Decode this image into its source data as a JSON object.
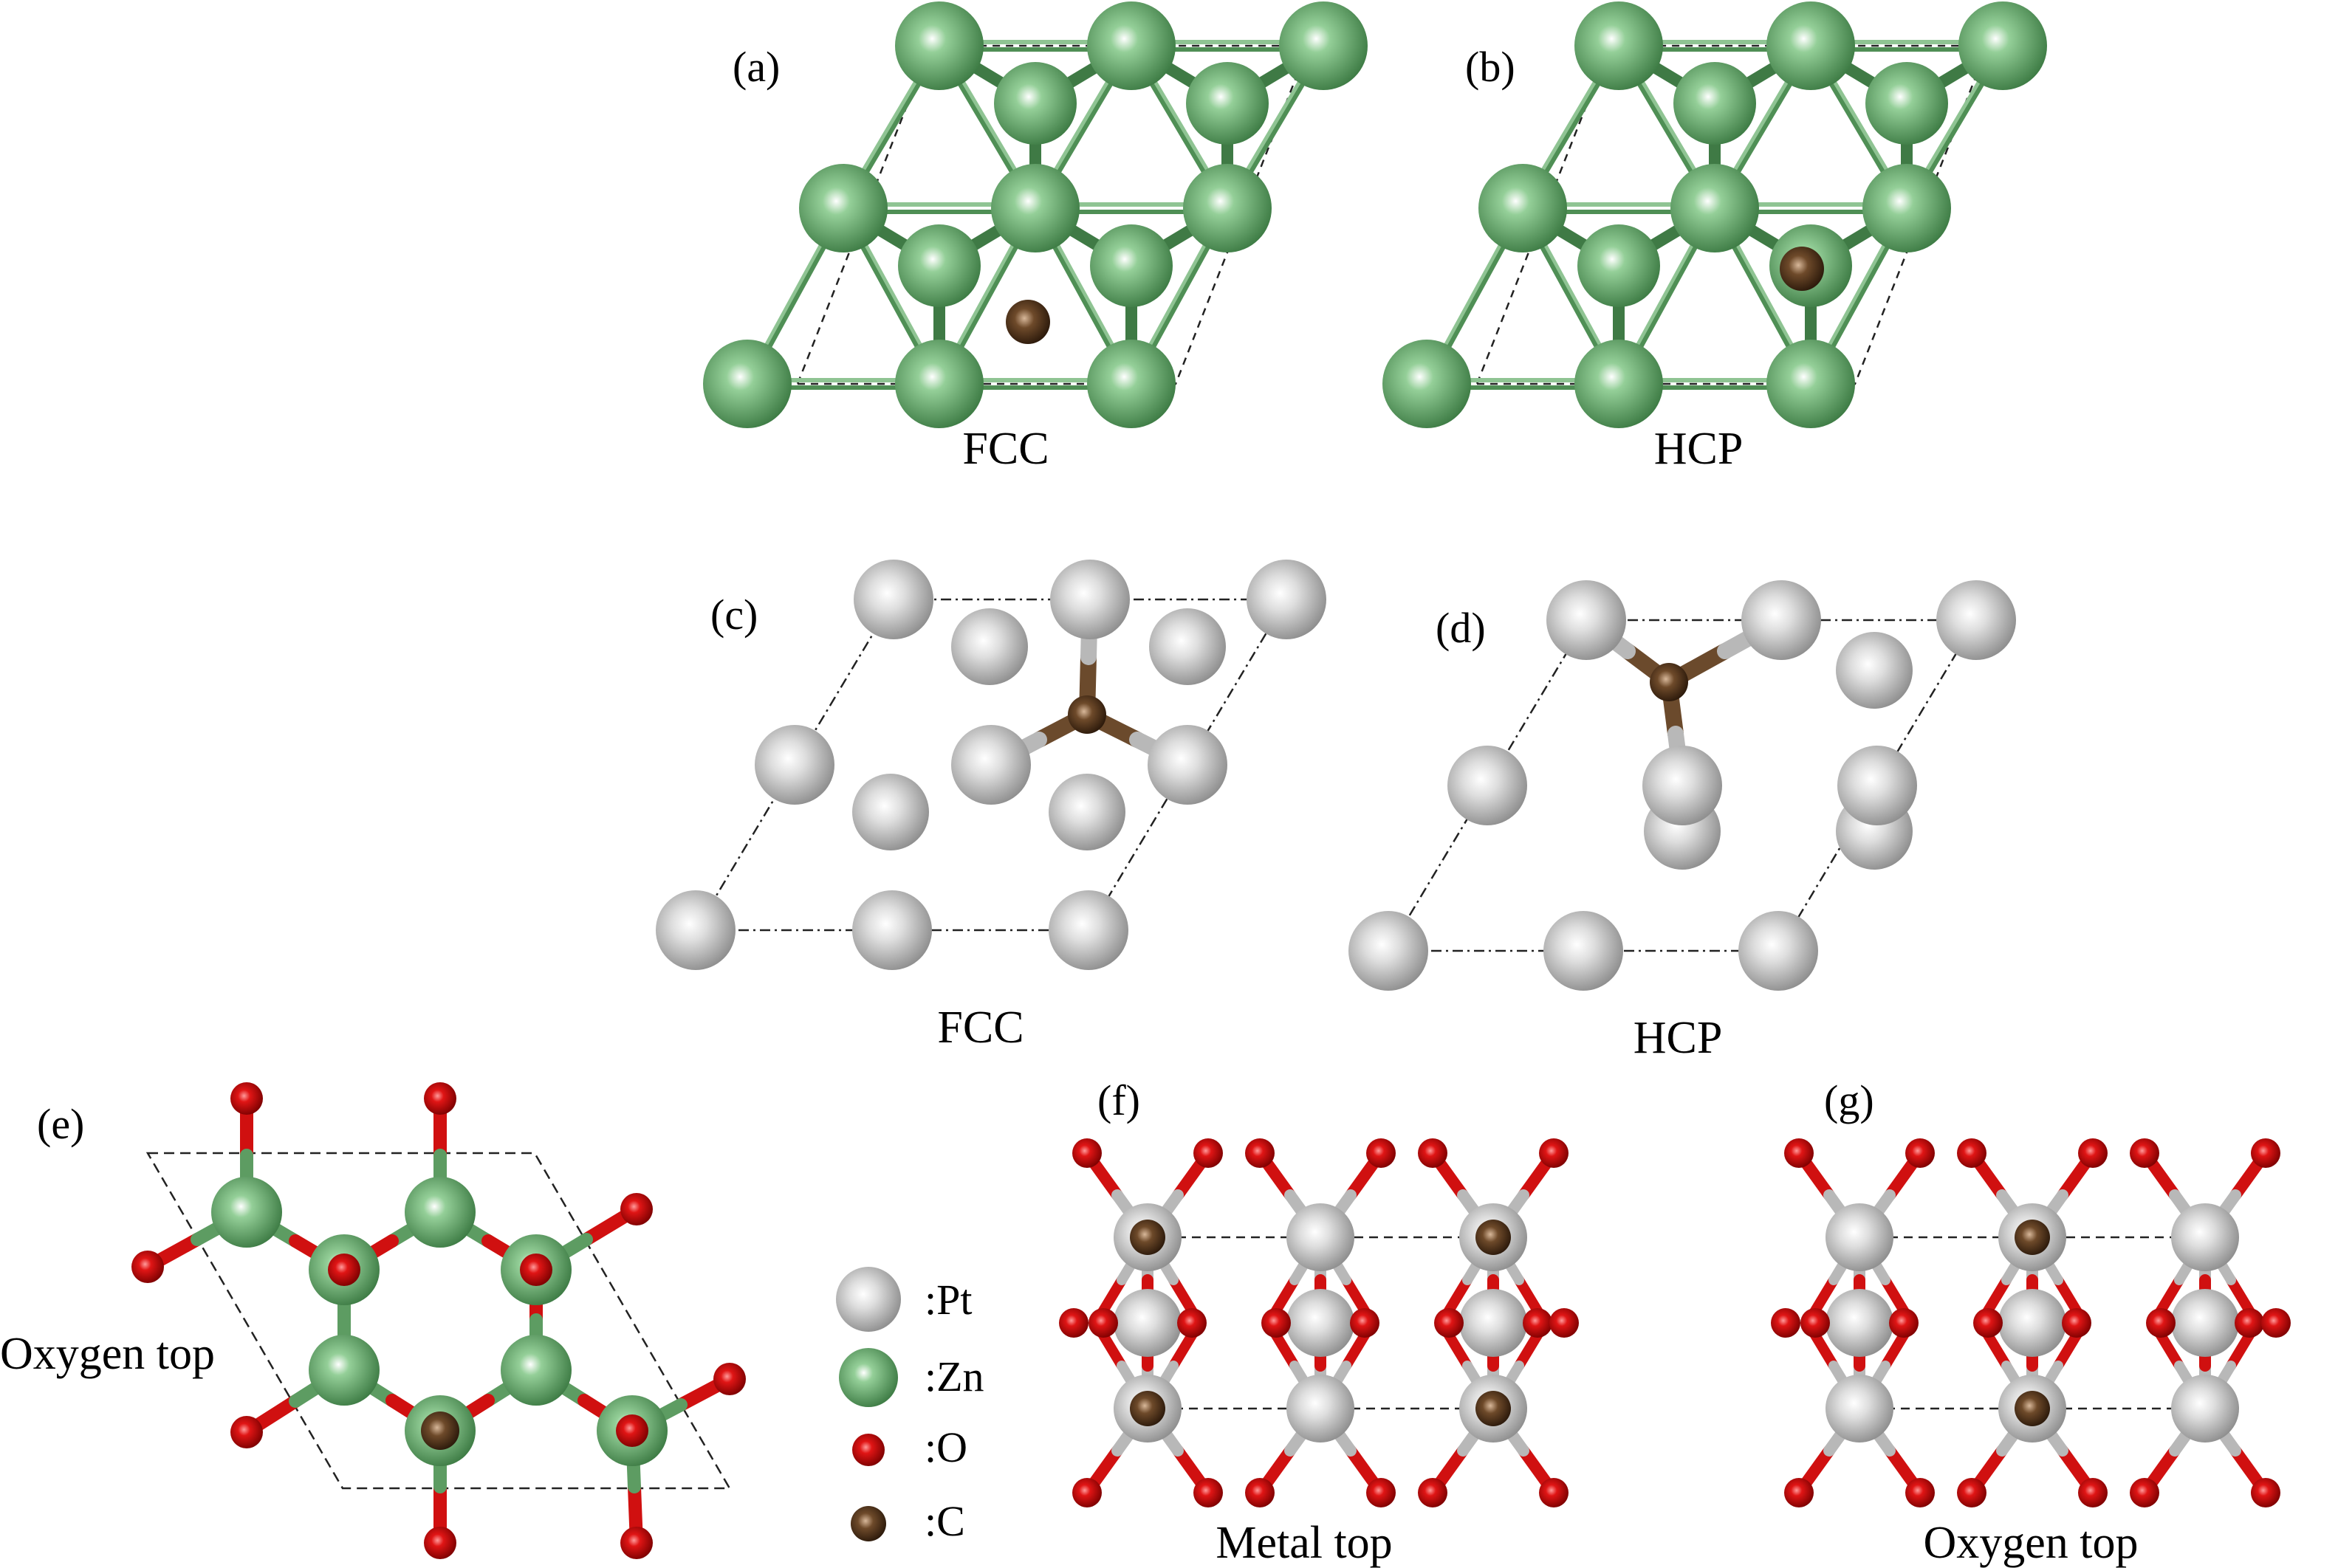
{
  "panels": {
    "a": {
      "tag": "(a)",
      "caption": "FCC"
    },
    "b": {
      "tag": "(b)",
      "caption": "HCP"
    },
    "c": {
      "tag": "(c)",
      "caption": "FCC"
    },
    "d": {
      "tag": "(d)",
      "caption": "HCP"
    },
    "e": {
      "tag": "(e)",
      "caption": "Oxygen top"
    },
    "f": {
      "tag": "(f)",
      "caption": "Metal top"
    },
    "g": {
      "tag": "(g)",
      "caption": "Oxygen top"
    }
  },
  "legend": [
    {
      "label": ":Pt",
      "element": "Pt"
    },
    {
      "label": ":Zn",
      "element": "Zn"
    },
    {
      "label": ":O",
      "element": "O"
    },
    {
      "label": ":C",
      "element": "C"
    }
  ],
  "colors": {
    "Pt": "#c8c8c8",
    "Zn": "#6aaa6e",
    "O": "#d01010",
    "C": "#6b4a2c",
    "bond_green": "#5d9c62",
    "bond_grey": "#b8b8b8",
    "cell": "#222222"
  }
}
